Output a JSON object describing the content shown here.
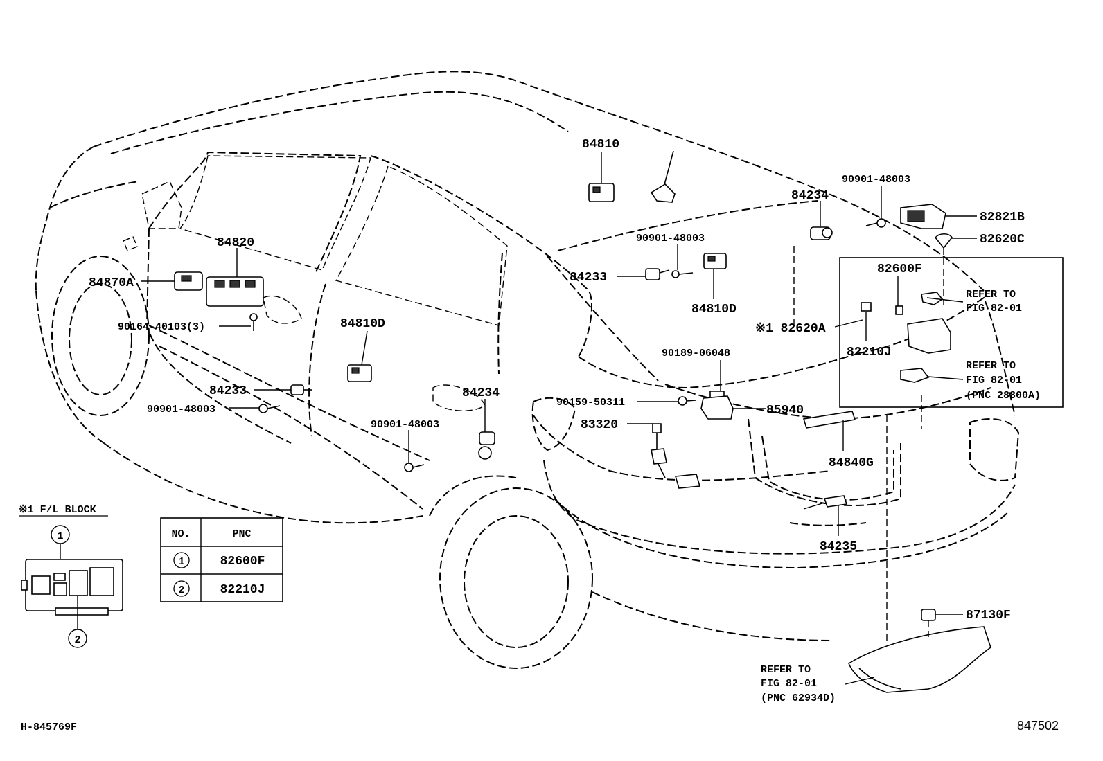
{
  "labels": {
    "p84810": "84810",
    "p84820": "84820",
    "p84870A": "84870A",
    "p90164": "90164-40103(3)",
    "p84810D_door": "84810D",
    "p84233_rear": "84233",
    "p90901_rear": "90901-48003",
    "p84234_door": "84234",
    "p90901_door": "90901-48003",
    "p90901_top": "90901-48003",
    "p84233_mid": "84233",
    "p84810D_mid": "84810D",
    "p84234_top": "84234",
    "p90901_right": "90901-48003",
    "p82821B": "82821B",
    "p82620C": "82620C",
    "p82600F": "82600F",
    "p82620A": "※1 82620A",
    "p82210J": "82210J",
    "p90189": "90189-06048",
    "p90159": "90159-50311",
    "p85940": "85940",
    "p83320": "83320",
    "p84840G": "84840G",
    "p84235": "84235",
    "p87130F": "87130F"
  },
  "refer_notes": {
    "refer1": [
      "REFER TO",
      "FIG 82-01"
    ],
    "refer2": [
      "REFER TO",
      "FIG 82-01",
      "(PNC 28800A)"
    ],
    "refer3": [
      "REFER TO",
      "FIG  82-01",
      "(PNC 62934D)"
    ]
  },
  "fl_block": {
    "title": "※1 F/L BLOCK",
    "marker1": "1",
    "marker2": "2"
  },
  "pnc_table": {
    "headers": [
      "NO.",
      "PNC"
    ],
    "rows": [
      {
        "no": "1",
        "pnc": "82600F"
      },
      {
        "no": "2",
        "pnc": "82210J"
      }
    ]
  },
  "footer": {
    "left_code": "H-845769F",
    "right_code": "847502"
  }
}
